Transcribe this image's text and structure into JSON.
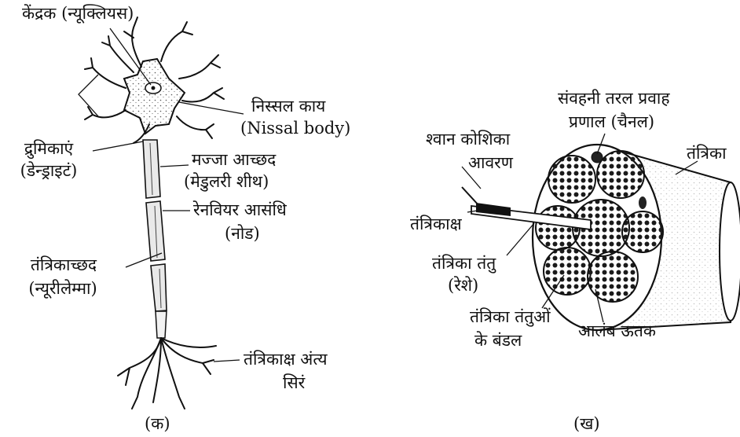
{
  "figure_a": {
    "caption": "(क)",
    "labels": {
      "nucleus": "केंद्रक (न्यूक्लियस)",
      "nissl_1": "निस्सल काय",
      "nissl_2": "(Nissal body)",
      "dendrites_1": "द्रुमिकाएं",
      "dendrites_2": "(डेन्ड्राइटं)",
      "myelin_1": "मज्जा आच्छद",
      "myelin_2": "(मेडुलरी शीथ)",
      "ranvier_1": "रेनवियर आसंधि",
      "ranvier_2": "(नोड)",
      "neurilemma_1": "तंत्रिकाच्छद",
      "neurilemma_2": "(न्यूरीलेम्मा)",
      "axon_terminal_1": "तंत्रिकाक्ष अंत्य",
      "axon_terminal_2": "सिरं"
    }
  },
  "figure_b": {
    "caption": "(ख)",
    "labels": {
      "vessel_1": "संवहनी तरल प्रवाह",
      "vessel_2": "प्रणाल (चैनल)",
      "schwann_1": "श्वान कोशिका",
      "schwann_2": "आवरण",
      "nerve": "तंत्रिका",
      "axon": "तंत्रिकाक्ष",
      "fiber_1": "तंत्रिका तंतु",
      "fiber_2": "(रेशे)",
      "bundle_1": "तंत्रिका तंतुओं",
      "bundle_2": "के बंडल",
      "connective": "आलंब ऊतक"
    }
  }
}
